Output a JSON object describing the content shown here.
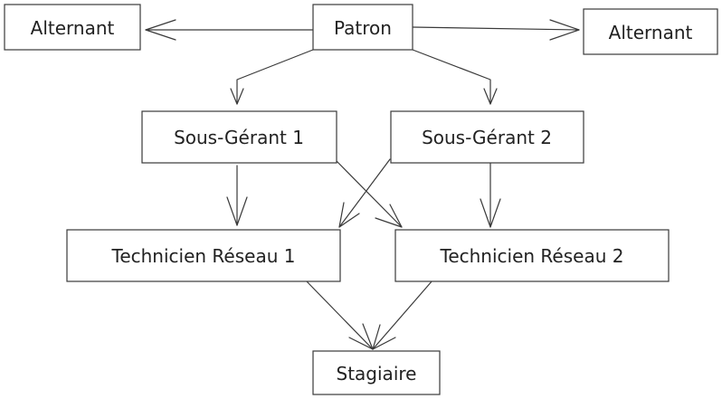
{
  "nodes": {
    "patron": "Patron",
    "alternant_left": "Alternant",
    "alternant_right": "Alternant",
    "sous_gerant_1": "Sous-Gérant 1",
    "sous_gerant_2": "Sous-Gérant 2",
    "technicien_1": "Technicien Réseau 1",
    "technicien_2": "Technicien Réseau 2",
    "stagiaire": "Stagiaire"
  },
  "edges": [
    {
      "from": "patron",
      "to": "alternant_left"
    },
    {
      "from": "patron",
      "to": "alternant_right"
    },
    {
      "from": "patron",
      "to": "sous_gerant_1"
    },
    {
      "from": "patron",
      "to": "sous_gerant_2"
    },
    {
      "from": "sous_gerant_1",
      "to": "technicien_1"
    },
    {
      "from": "sous_gerant_1",
      "to": "technicien_2"
    },
    {
      "from": "sous_gerant_2",
      "to": "technicien_1"
    },
    {
      "from": "sous_gerant_2",
      "to": "technicien_2"
    },
    {
      "from": "technicien_1",
      "to": "stagiaire"
    },
    {
      "from": "technicien_2",
      "to": "stagiaire"
    }
  ]
}
